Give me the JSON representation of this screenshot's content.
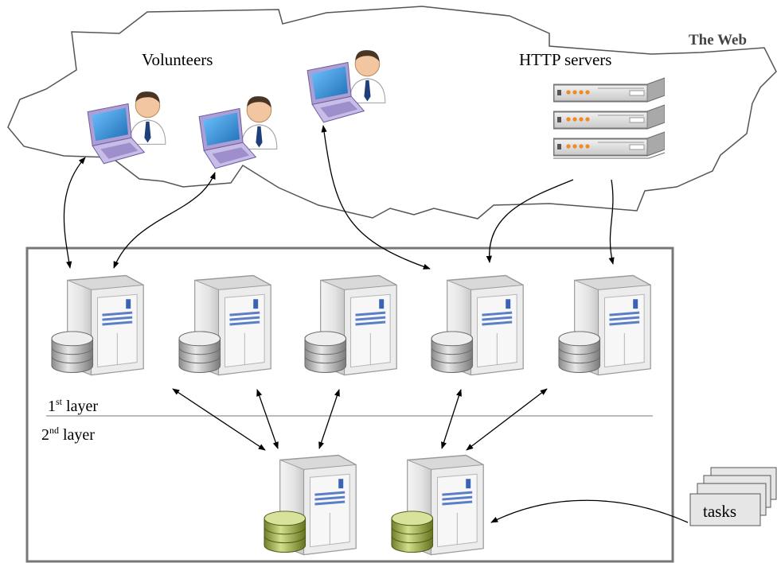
{
  "web": {
    "label": "The Web",
    "volunteers_label": "Volunteers",
    "http_label": "HTTP servers"
  },
  "layers": {
    "first": {
      "number": "1",
      "suffix": "st",
      "word": "layer"
    },
    "second": {
      "number": "2",
      "suffix": "nd",
      "word": "layer"
    }
  },
  "tasks": {
    "label": "tasks"
  },
  "colors": {
    "cloud_stroke": "#555555",
    "box_stroke": "#777777",
    "divider": "#bbbbbb",
    "arrow": "#000000",
    "disk_grey": "#bfbfbf",
    "disk_green": "#a6b64a",
    "laptop_lid": "#ad9fd6",
    "screen": "#2f8fcf",
    "server_led": "#f08a24"
  },
  "icons": {
    "volunteer": "laptop-user-icon",
    "http_server": "rack-server-icon",
    "node": "tower-server-icon"
  }
}
